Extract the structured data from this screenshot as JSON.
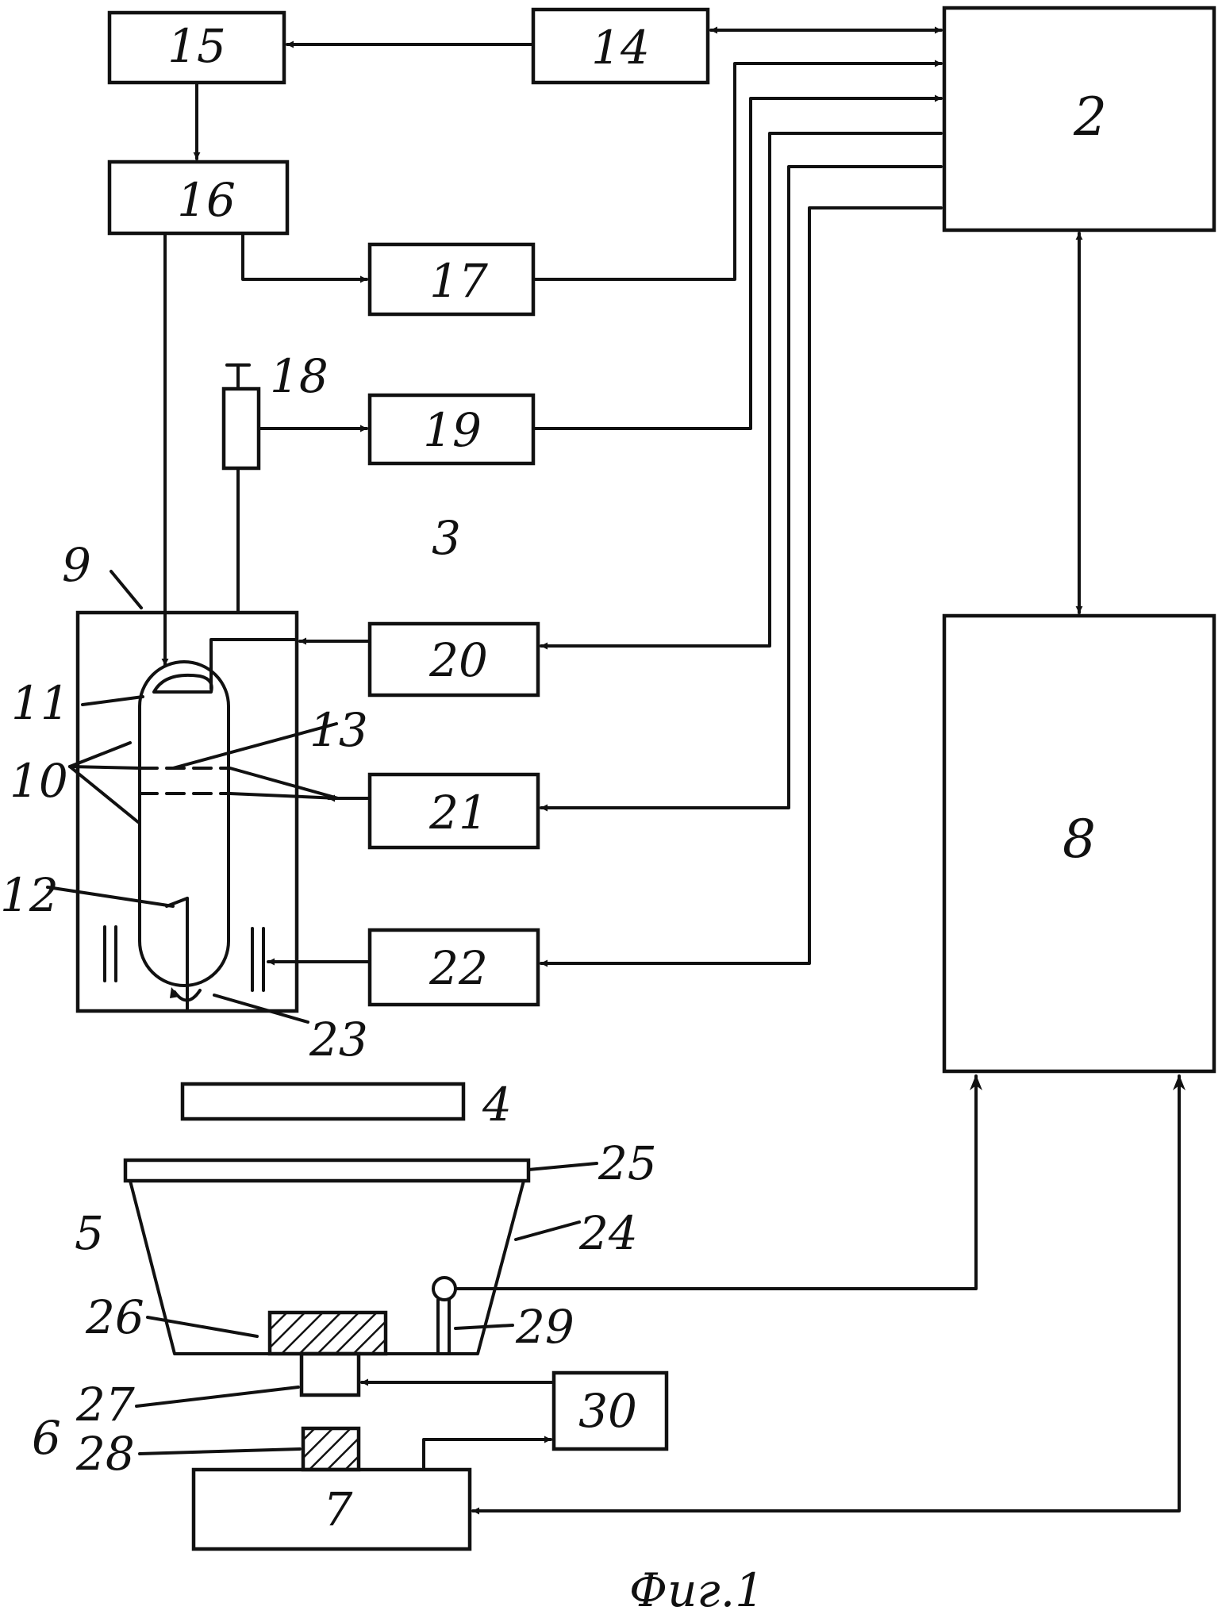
{
  "figure": {
    "caption": "Фиг.1",
    "blocks": [
      {
        "id": "b15",
        "label": "15"
      },
      {
        "id": "b14",
        "label": "14"
      },
      {
        "id": "b2",
        "label": "2"
      },
      {
        "id": "b16",
        "label": "16"
      },
      {
        "id": "b17",
        "label": "17"
      },
      {
        "id": "b19",
        "label": "19"
      },
      {
        "id": "b20",
        "label": "20"
      },
      {
        "id": "b21",
        "label": "21"
      },
      {
        "id": "b22",
        "label": "22"
      },
      {
        "id": "b8",
        "label": "8"
      },
      {
        "id": "b30",
        "label": "30"
      },
      {
        "id": "b7",
        "label": "7"
      }
    ],
    "callouts": [
      "18",
      "3",
      "9",
      "11",
      "10",
      "13",
      "12",
      "23",
      "4",
      "25",
      "5",
      "24",
      "26",
      "29",
      "27",
      "6",
      "28"
    ]
  }
}
